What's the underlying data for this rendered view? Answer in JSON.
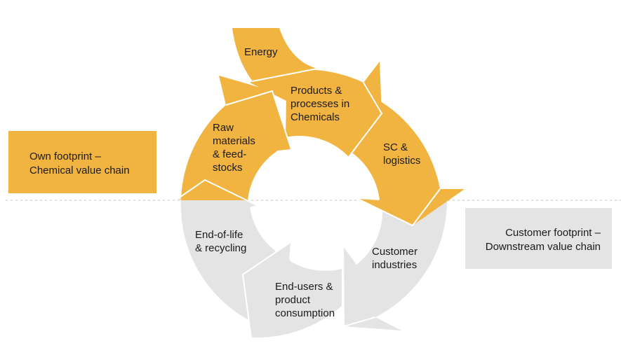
{
  "colors": {
    "upstream": "#F2B441",
    "downstream": "#E4E4E4",
    "divider": "#CFCFCF",
    "text": "#1A1A1A"
  },
  "left_box": {
    "line1": "Own footprint –",
    "line2": "Chemical value chain"
  },
  "right_box": {
    "line1": "Customer footprint –",
    "line2": "Downstream value chain"
  },
  "cycle": {
    "energy": "Energy",
    "products": [
      "Products &",
      "processes in",
      "Chemicals"
    ],
    "raw_materials": [
      "Raw",
      "materials",
      "& feed-",
      "stocks"
    ],
    "sc_logistics": [
      "SC &",
      "logistics"
    ],
    "customer_industries": [
      "Customer",
      "industries"
    ],
    "end_users": [
      "End-users &",
      "product",
      "consumption"
    ],
    "end_of_life": [
      "End-of-life",
      "& recycling"
    ]
  }
}
